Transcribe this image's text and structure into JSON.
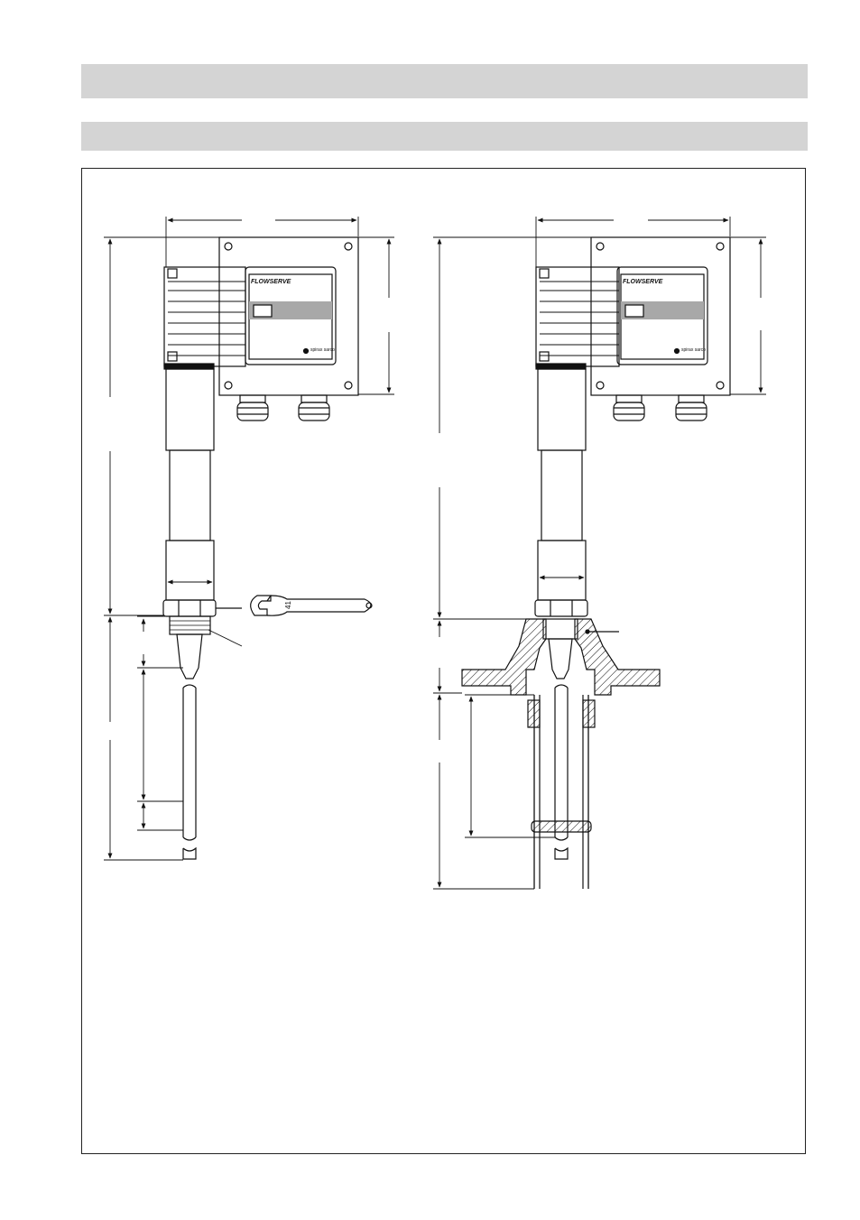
{
  "header": {
    "bar_top_text": "",
    "bar_sub_text": ""
  },
  "left_device": {
    "brand": "FLOWSERVE",
    "sub_brand": "spirax sarco",
    "wrench_size": "41"
  },
  "right_device": {
    "brand": "FLOWSERVE",
    "sub_brand": "spirax sarco"
  },
  "colors": {
    "line": "#111111",
    "panel": "#d4d4d4",
    "label_band": "#a8a8a8"
  }
}
